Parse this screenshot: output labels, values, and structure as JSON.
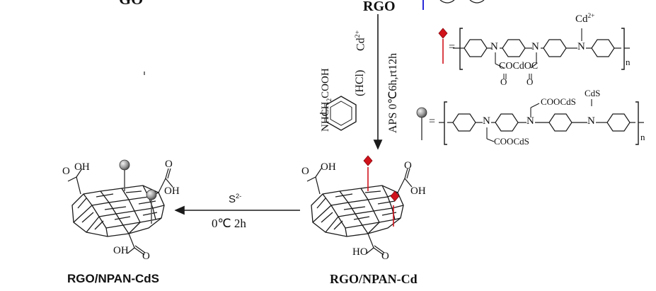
{
  "labels": {
    "go_top": "GO",
    "rgo_top": "RGO",
    "product_left": "RGO/NPAN-CdS",
    "product_mid": "RGO/NPAN-Cd"
  },
  "reaction_step1": {
    "reagent_formula": "NHCH",
    "reagent_sub": "2",
    "reagent_tail": "COOH",
    "acid": "(HCl)",
    "cation": "Cd",
    "cation_charge": "2+",
    "conditions": "APS 0℃6h,rt12h"
  },
  "reaction_step2": {
    "reagent": "S",
    "reagent_charge": "2-",
    "conditions": "0℃  2h"
  },
  "legend": {
    "red_marker_eq": "=",
    "gray_marker_eq": "=",
    "atom_N": "N",
    "cd_charge_label": "Cd",
    "cd_charge_sup": "2+",
    "coocdoc": "COCdOC",
    "oxygen": "O",
    "cooccds": "COOCdS",
    "cds": "CdS",
    "coocds_bottom": "COOCdS",
    "repeat_n": "n"
  },
  "sheet_groups": {
    "oh": "OH",
    "o": "O",
    "ho": "HO"
  },
  "colors": {
    "red_marker": "#d0121b",
    "gray_marker": "#8a8a8a",
    "line": "#1a1a1a",
    "blue_tick": "#2a2ad8"
  }
}
